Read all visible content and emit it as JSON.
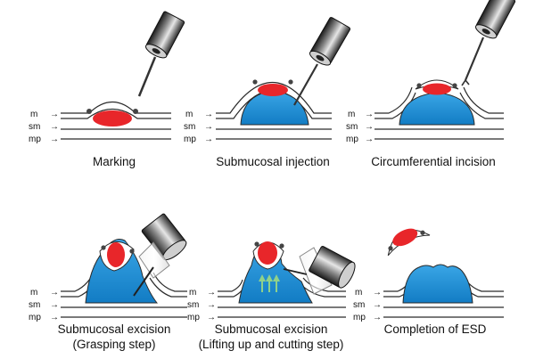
{
  "colors": {
    "lesion": "#e8262a",
    "submucosa_fluid": "#1b8fd6",
    "outline": "#2a2a2a",
    "arrows_green": "#8fd18a"
  },
  "icons": [
    "endoscope-icon",
    "needle-knife-icon",
    "transparent-cap-icon",
    "marking-dot-icon",
    "lift-arrow-icon"
  ],
  "layer_labels": {
    "m": "m",
    "sm": "sm",
    "mp": "mp",
    "arrow": "→"
  },
  "panels": [
    {
      "caption": "Marking",
      "caption2": ""
    },
    {
      "caption": "Submucosal injection",
      "caption2": ""
    },
    {
      "caption": "Circumferential incision",
      "caption2": ""
    },
    {
      "caption": "Submucosal excision",
      "caption2": "(Grasping step)"
    },
    {
      "caption": "Submucosal excision",
      "caption2": "(Lifting up and cutting step)"
    },
    {
      "caption": "Completion of ESD",
      "caption2": ""
    }
  ]
}
